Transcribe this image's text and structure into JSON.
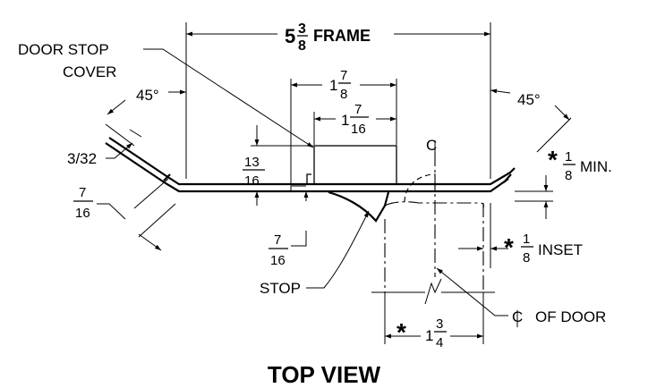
{
  "title": "TOP VIEW",
  "labels": {
    "frame_whole": "5",
    "frame_num": "3",
    "frame_den": "8",
    "frame_word": "FRAME",
    "door_stop_cover_1": "DOOR STOP",
    "door_stop_cover_2": "COVER",
    "angle_left": "45°",
    "angle_right": "45°",
    "thickness": "3/32",
    "dim_7_16_left_num": "7",
    "dim_7_16_left_den": "16",
    "dim_13_16_num": "13",
    "dim_13_16_den": "16",
    "dim_1_7_8_whole": "1",
    "dim_1_7_8_num": "7",
    "dim_1_7_8_den": "8",
    "dim_1_7_16_whole": "1",
    "dim_1_7_16_num": "7",
    "dim_1_7_16_den": "16",
    "dim_7_16_stop_num": "7",
    "dim_7_16_stop_den": "16",
    "stop": "STOP",
    "centerline_symbol": "C",
    "min_star": "*",
    "min_num": "1",
    "min_den": "8",
    "min_word": "MIN.",
    "inset_star": "*",
    "inset_num": "1",
    "inset_den": "8",
    "inset_word": "INSET",
    "cl_of_door_symbol": "C",
    "cl_of_door_text": "OF DOOR",
    "door_star": "*",
    "door_whole": "1",
    "door_num": "3",
    "door_den": "4"
  }
}
